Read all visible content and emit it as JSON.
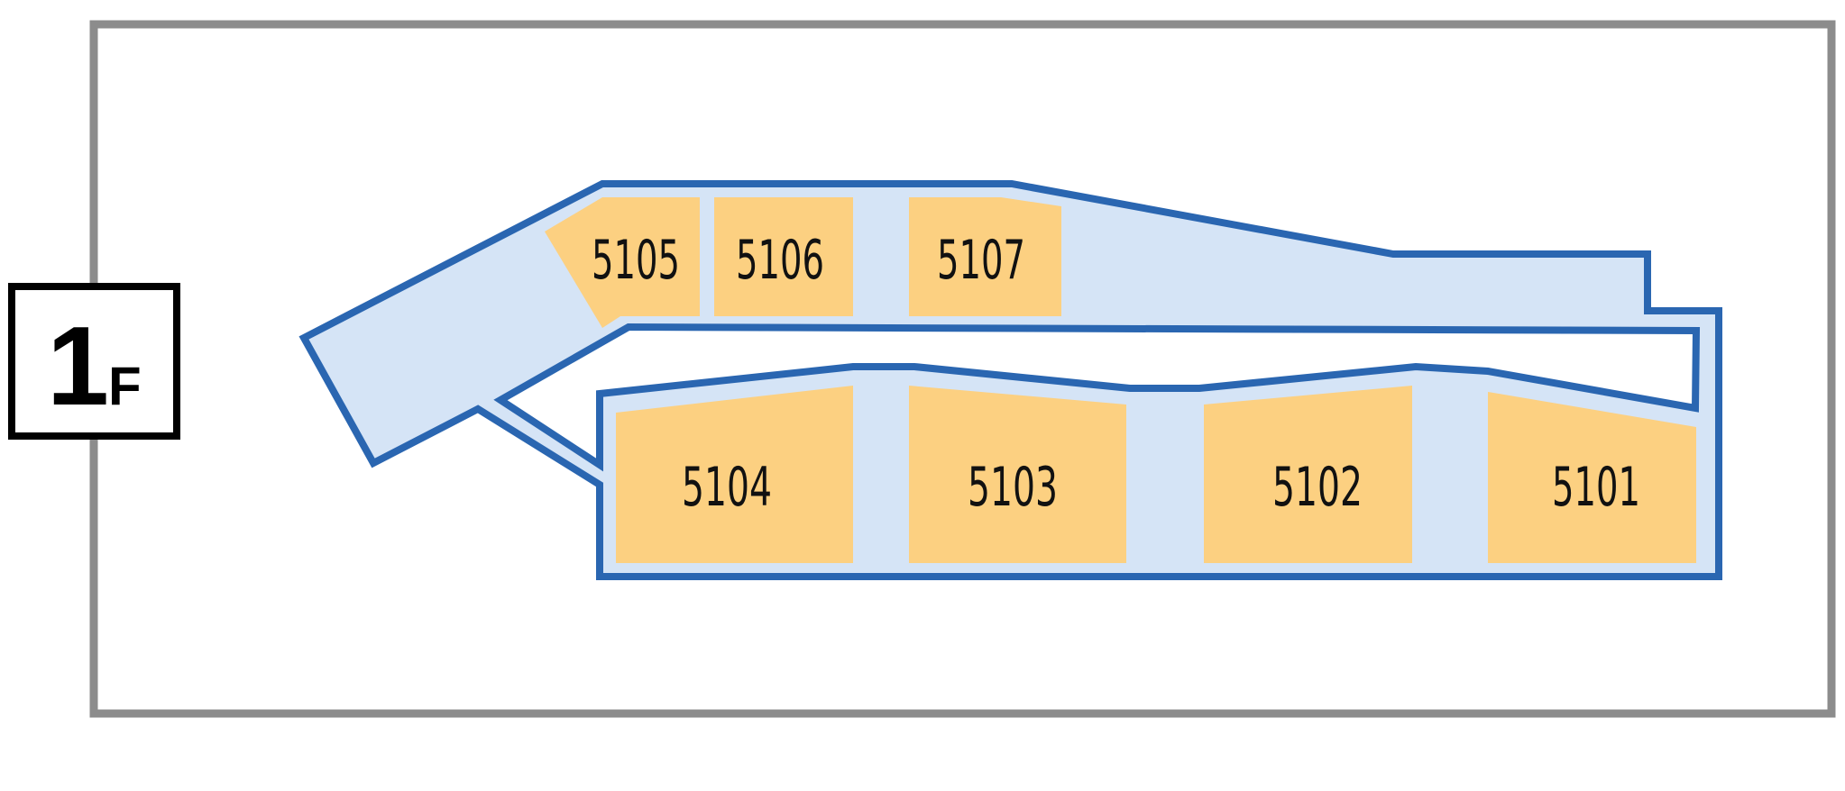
{
  "floor_badge": {
    "number": "1",
    "suffix": "F"
  },
  "colors": {
    "frame": "#8c8c8c",
    "corridor_fill": "#d5e4f6",
    "corridor_stroke": "#2a66b1",
    "room_fill": "#fcd081",
    "badge_stroke": "#000000"
  },
  "rooms": [
    {
      "id": "5105",
      "label": "5105"
    },
    {
      "id": "5106",
      "label": "5106"
    },
    {
      "id": "5107",
      "label": "5107"
    },
    {
      "id": "5104",
      "label": "5104"
    },
    {
      "id": "5103",
      "label": "5103"
    },
    {
      "id": "5102",
      "label": "5102"
    },
    {
      "id": "5101",
      "label": "5101"
    }
  ]
}
